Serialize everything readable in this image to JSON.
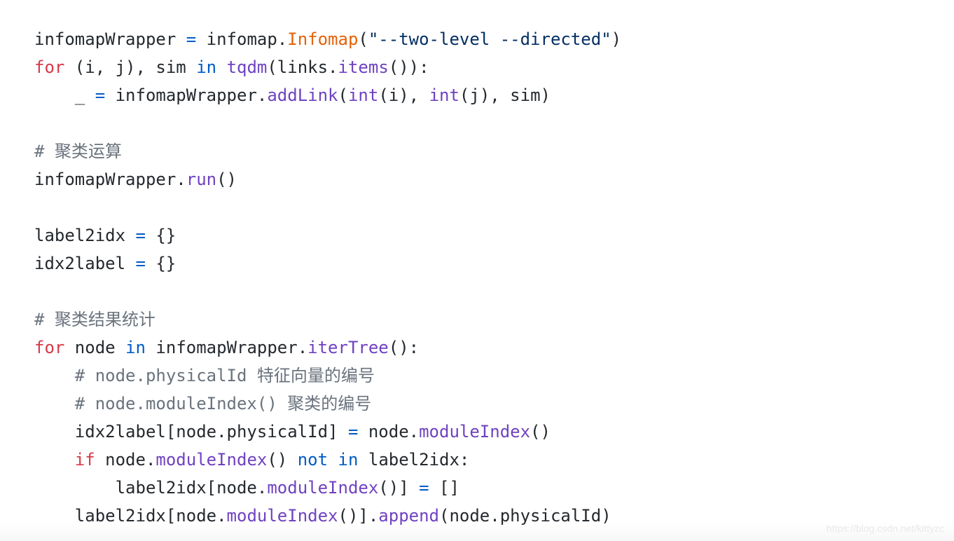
{
  "code": {
    "lines": [
      [
        {
          "text": "infomapWrapper ",
          "cls": "plain"
        },
        {
          "text": "=",
          "cls": "op"
        },
        {
          "text": " infomap.",
          "cls": "plain"
        },
        {
          "text": "Infomap",
          "cls": "cls"
        },
        {
          "text": "(",
          "cls": "plain"
        },
        {
          "text": "\"--two-level --directed\"",
          "cls": "str"
        },
        {
          "text": ")",
          "cls": "plain"
        }
      ],
      [
        {
          "text": "for",
          "cls": "kw"
        },
        {
          "text": " (i, j), sim ",
          "cls": "plain"
        },
        {
          "text": "in",
          "cls": "op"
        },
        {
          "text": " ",
          "cls": "plain"
        },
        {
          "text": "tqdm",
          "cls": "fn"
        },
        {
          "text": "(links.",
          "cls": "plain"
        },
        {
          "text": "items",
          "cls": "fn"
        },
        {
          "text": "()):",
          "cls": "plain"
        }
      ],
      [
        {
          "text": "    _ ",
          "cls": "plain"
        },
        {
          "text": "=",
          "cls": "op"
        },
        {
          "text": " infomapWrapper.",
          "cls": "plain"
        },
        {
          "text": "addLink",
          "cls": "fn"
        },
        {
          "text": "(",
          "cls": "plain"
        },
        {
          "text": "int",
          "cls": "fn"
        },
        {
          "text": "(i), ",
          "cls": "plain"
        },
        {
          "text": "int",
          "cls": "fn"
        },
        {
          "text": "(j), sim)",
          "cls": "plain"
        }
      ],
      [],
      [
        {
          "text": "# 聚类运算",
          "cls": "cm"
        }
      ],
      [
        {
          "text": "infomapWrapper.",
          "cls": "plain"
        },
        {
          "text": "run",
          "cls": "fn"
        },
        {
          "text": "()",
          "cls": "plain"
        }
      ],
      [],
      [
        {
          "text": "label2idx ",
          "cls": "plain"
        },
        {
          "text": "=",
          "cls": "op"
        },
        {
          "text": " {}",
          "cls": "plain"
        }
      ],
      [
        {
          "text": "idx2label ",
          "cls": "plain"
        },
        {
          "text": "=",
          "cls": "op"
        },
        {
          "text": " {}",
          "cls": "plain"
        }
      ],
      [],
      [
        {
          "text": "# 聚类结果统计",
          "cls": "cm"
        }
      ],
      [
        {
          "text": "for",
          "cls": "kw"
        },
        {
          "text": " node ",
          "cls": "plain"
        },
        {
          "text": "in",
          "cls": "op"
        },
        {
          "text": " infomapWrapper.",
          "cls": "plain"
        },
        {
          "text": "iterTree",
          "cls": "fn"
        },
        {
          "text": "():",
          "cls": "plain"
        }
      ],
      [
        {
          "text": "    # node.physicalId 特征向量的编号",
          "cls": "cm"
        }
      ],
      [
        {
          "text": "    # node.moduleIndex() 聚类的编号",
          "cls": "cm"
        }
      ],
      [
        {
          "text": "    idx2label[node.physicalId] ",
          "cls": "plain"
        },
        {
          "text": "=",
          "cls": "op"
        },
        {
          "text": " node.",
          "cls": "plain"
        },
        {
          "text": "moduleIndex",
          "cls": "fn"
        },
        {
          "text": "()",
          "cls": "plain"
        }
      ],
      [
        {
          "text": "    ",
          "cls": "plain"
        },
        {
          "text": "if",
          "cls": "kw"
        },
        {
          "text": " node.",
          "cls": "plain"
        },
        {
          "text": "moduleIndex",
          "cls": "fn"
        },
        {
          "text": "() ",
          "cls": "plain"
        },
        {
          "text": "not",
          "cls": "op"
        },
        {
          "text": " ",
          "cls": "plain"
        },
        {
          "text": "in",
          "cls": "op"
        },
        {
          "text": " label2idx:",
          "cls": "plain"
        }
      ],
      [
        {
          "text": "        label2idx[node.",
          "cls": "plain"
        },
        {
          "text": "moduleIndex",
          "cls": "fn"
        },
        {
          "text": "()] ",
          "cls": "plain"
        },
        {
          "text": "=",
          "cls": "op"
        },
        {
          "text": " []",
          "cls": "plain"
        }
      ],
      [
        {
          "text": "    label2idx[node.",
          "cls": "plain"
        },
        {
          "text": "moduleIndex",
          "cls": "fn"
        },
        {
          "text": "()].",
          "cls": "plain"
        },
        {
          "text": "append",
          "cls": "fn"
        },
        {
          "text": "(node.physicalId)",
          "cls": "plain"
        }
      ]
    ]
  },
  "watermark": "https://blog.csdn.net/kittyzc",
  "colors": {
    "background": "#ffffff",
    "text": "#24292e",
    "keyword": "#d73a49",
    "operator": "#005cc5",
    "function": "#6f42c1",
    "class": "#e36209",
    "string": "#032f62",
    "comment": "#6a737d"
  }
}
